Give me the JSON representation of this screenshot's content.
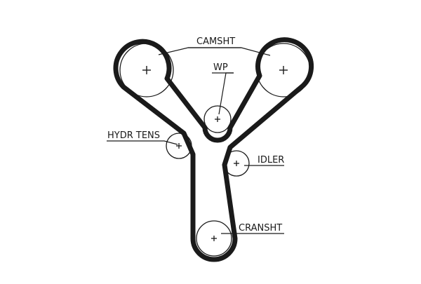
{
  "diagram": {
    "labels": {
      "camshaft": "CAMSHT",
      "water_pump": "WP",
      "hydraulic_tensioner": "HYDR TENS",
      "idler": "IDLER",
      "crankshaft": "CRANSHT"
    },
    "colors": {
      "belt": "#1a1a1a",
      "pulley_outline": "#1a1a1a",
      "leader_line": "#1a1a1a",
      "background": "#ffffff"
    }
  }
}
